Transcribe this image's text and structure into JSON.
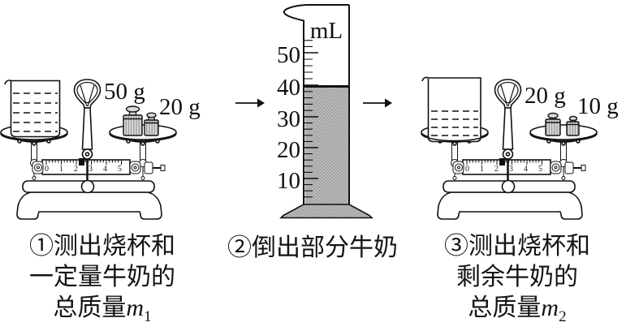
{
  "balance1": {
    "weight_labels": [
      "50 g",
      "20 g"
    ],
    "ruler_digits": [
      "0",
      "1",
      "2",
      "3",
      "4",
      "5"
    ]
  },
  "cylinder": {
    "unit": "mL",
    "tick_labels": [
      "50",
      "40",
      "30",
      "20",
      "10"
    ],
    "liquid_level_mL": 40
  },
  "balance2": {
    "weight_labels": [
      "20 g",
      "10 g"
    ],
    "ruler_digits": [
      "0",
      "1",
      "2",
      "3",
      "4",
      "5"
    ]
  },
  "captions": {
    "step1": {
      "line1": "①测出烧杯和",
      "line2": "一定量牛奶的",
      "line3_prefix": "总质量",
      "symbol": "m",
      "subscript": "1"
    },
    "step2": {
      "line1": "②倒出部分牛奶"
    },
    "step3": {
      "line1": "③测出烧杯和",
      "line2": "剩余牛奶的",
      "line3_prefix": "总质量",
      "symbol": "m",
      "subscript": "2"
    }
  },
  "colors": {
    "ink": "#111111",
    "liquid_gray": "#b9b9b9",
    "weight_gray": "#d9d9d9"
  }
}
